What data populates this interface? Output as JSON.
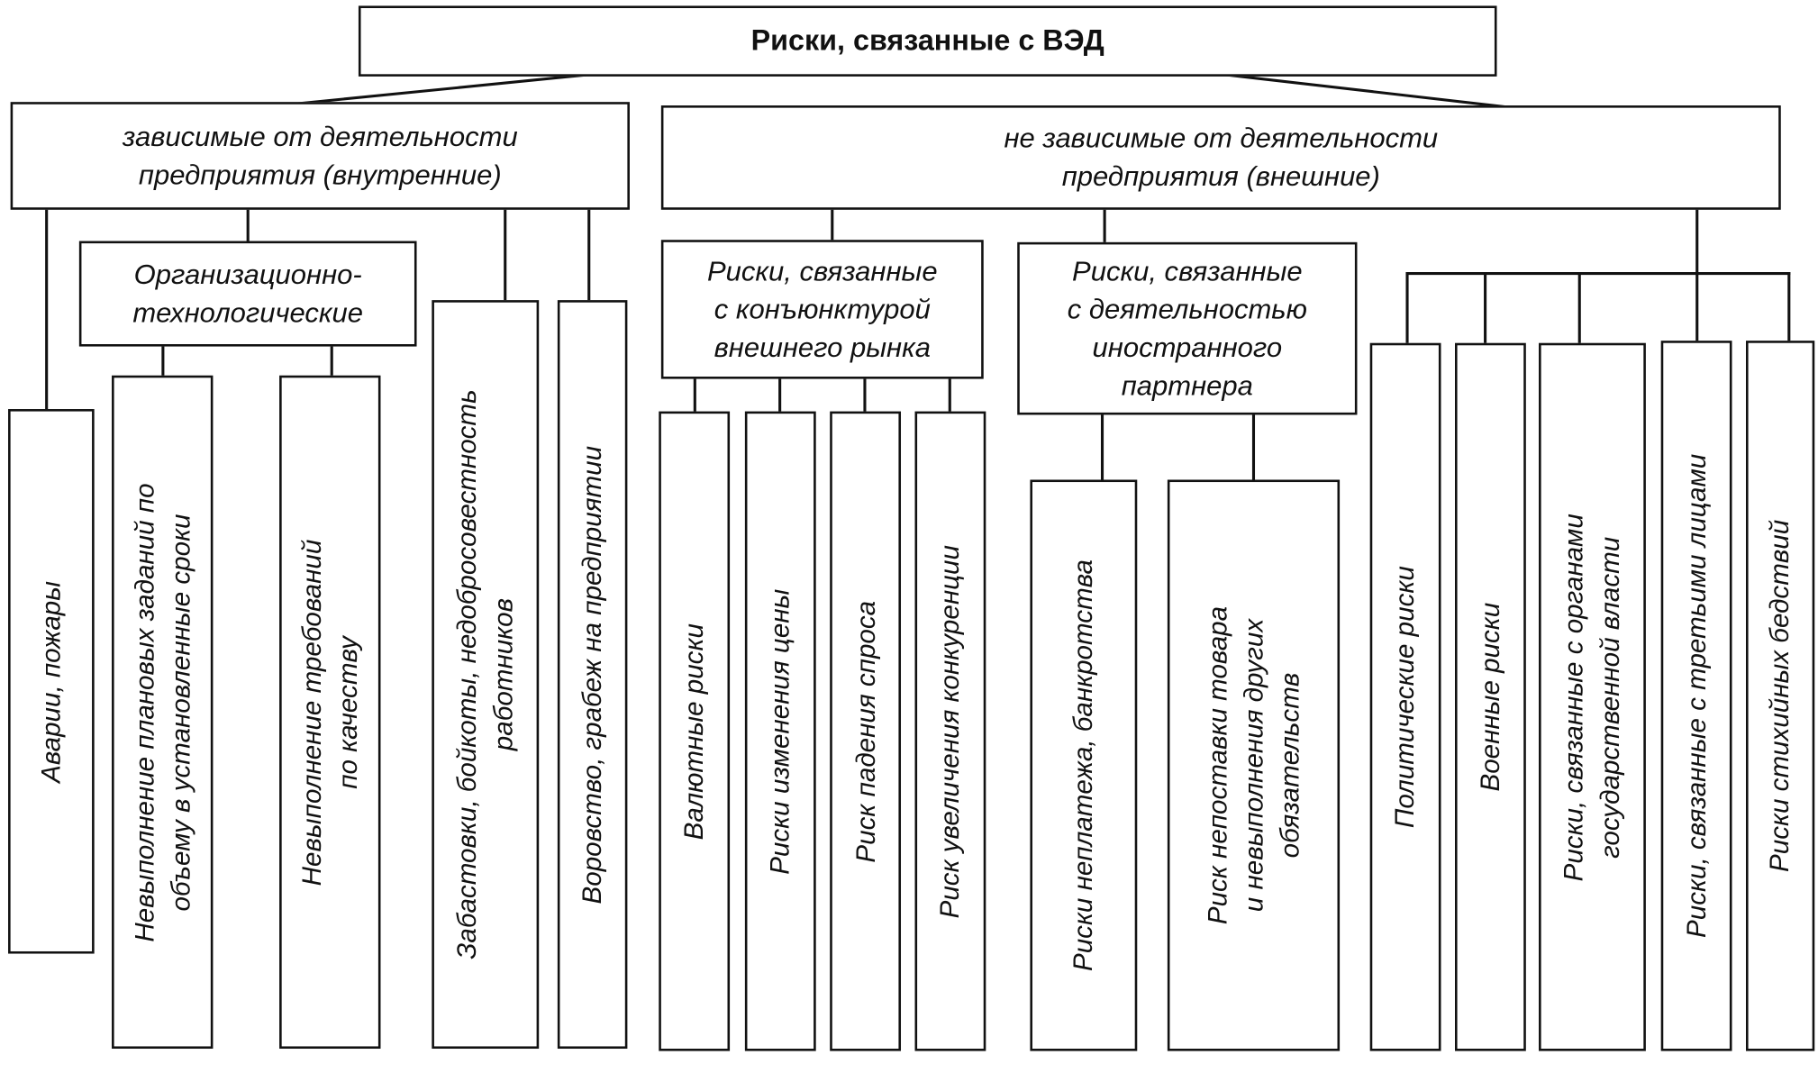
{
  "title": "Риски, связанные с ВЭД",
  "internal": {
    "label": "зависимые от деятельности\nпредприятия (внутренние)",
    "org_tech": {
      "label": "Организационно-\nтехнологические",
      "items": [
        "Невыполнение плановых заданий по\nобъему в установленные сроки",
        "Невыполнение требований\nпо качеству"
      ]
    },
    "items": {
      "accidents": "Аварии, пожары",
      "strikes": "Забастовки, бойкоты, недобросовестность\nработников",
      "theft": "Воровство, грабеж на предприятии"
    }
  },
  "external": {
    "label": "не зависимые от деятельности\nпредприятия (внешние)",
    "market": {
      "label": "Риски, связанные\nс конъюнктурой\nвнешнего рынка",
      "items": [
        "Валютные риски",
        "Риски изменения цены",
        "Риск падения спроса",
        "Риск увеличения конкуренции"
      ]
    },
    "partner": {
      "label": "Риски, связанные\nс деятельностью\nиностранного\nпартнера",
      "items": [
        "Риски неплатежа, банкротства",
        "Риск непоставки товара\nи невыполнения других\nобязательств"
      ]
    },
    "other": [
      "Политические риски",
      "Военные риски",
      "Риски, связанные с органами\nгосударственной власти",
      "Риски, связанные с третьими лицами",
      "Риски стихийных бедствий"
    ]
  }
}
